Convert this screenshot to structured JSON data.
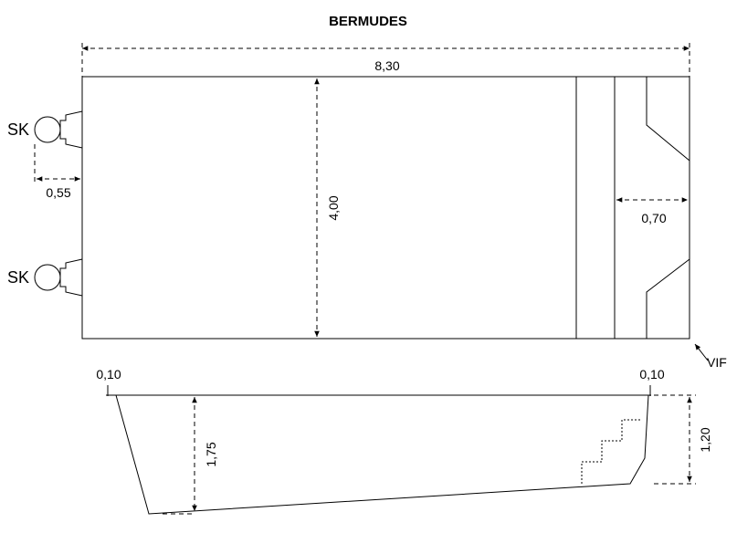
{
  "title": "BERMUDES",
  "plan": {
    "length_label": "8,30",
    "width_label": "4,00",
    "skimmer_offset_label": "0,55",
    "step_depth_label": "0,70",
    "skimmers": [
      {
        "label": "SK"
      },
      {
        "label": "SK"
      }
    ],
    "vif_label": "VIF"
  },
  "section": {
    "left_edge_label": "0,10",
    "right_edge_label": "0,10",
    "deep_label": "1,75",
    "shallow_label": "1,20"
  }
}
